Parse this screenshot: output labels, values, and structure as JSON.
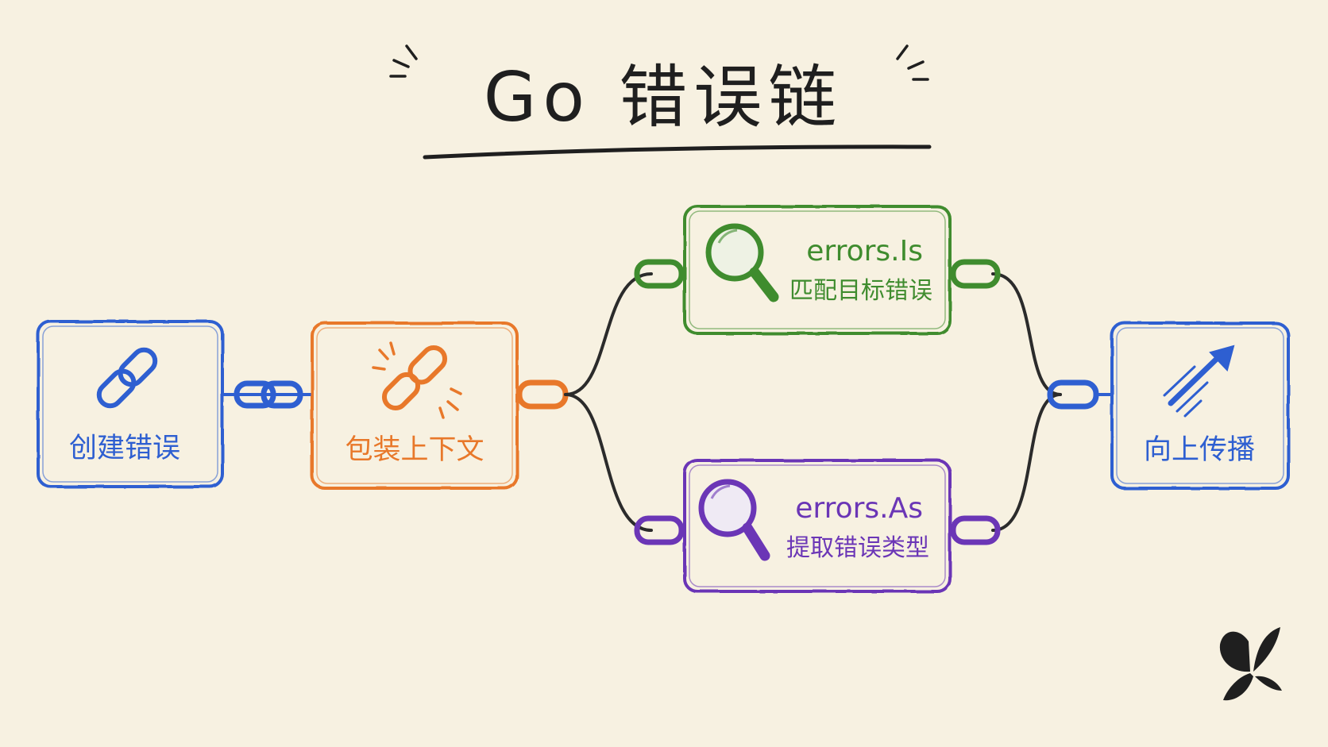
{
  "title": "Go 错误链",
  "colors": {
    "background": "#f7f1e1",
    "ink": "#1f1f1f",
    "blue": "#2e5fd1",
    "orange": "#e8782a",
    "green": "#3f8c2e",
    "purple": "#6b36b6",
    "chain_dark": "#2b2b2b"
  },
  "nodes": {
    "create": {
      "label": "创建错误",
      "icon": "chain-link-icon",
      "color": "#2e5fd1"
    },
    "wrap": {
      "label": "包装上下文",
      "icon": "broken-chain-icon",
      "color": "#e8782a"
    },
    "is": {
      "title": "errors.Is",
      "subtitle": "匹配目标错误",
      "icon": "magnifier-icon",
      "color": "#3f8c2e"
    },
    "as": {
      "title": "errors.As",
      "subtitle": "提取错误类型",
      "icon": "magnifier-icon",
      "color": "#6b36b6"
    },
    "propagate": {
      "label": "向上传播",
      "icon": "arrow-up-right-icon",
      "color": "#2e5fd1"
    }
  },
  "logo": {
    "icon": "butterfly-logo-icon"
  }
}
